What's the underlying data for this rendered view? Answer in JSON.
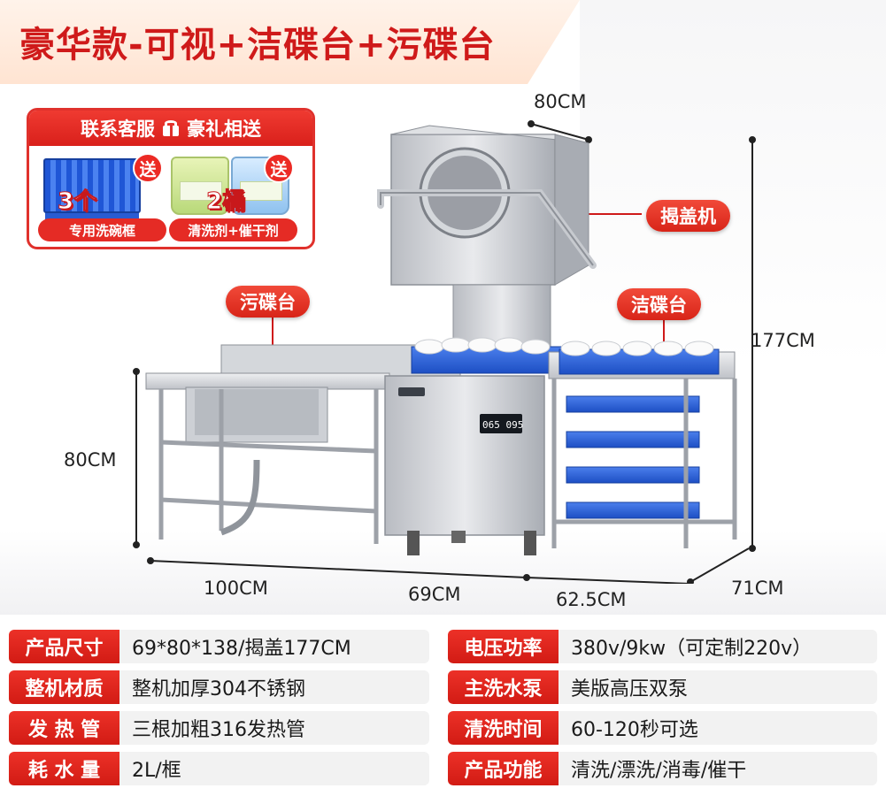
{
  "header": {
    "title": "豪华款-可视+洁碟台+污碟台"
  },
  "promo": {
    "heading_left": "联系客服",
    "heading_right": "豪礼相送",
    "gifts": [
      {
        "badge": "送",
        "count": "3个",
        "caption": "专用洗碗框",
        "icon": "dish-rack-icon"
      },
      {
        "badge": "送",
        "count": "2桶",
        "caption": "清洗剂+催干剂",
        "icon": "detergent-bucket-icon"
      }
    ]
  },
  "callouts": {
    "lid_machine": "揭盖机",
    "dirty_table": "污碟台",
    "clean_table": "洁碟台"
  },
  "dimensions": {
    "top_width": "80CM",
    "total_height": "177CM",
    "table_height": "80CM",
    "dirty_table_length": "100CM",
    "machine_width": "69CM",
    "clean_table_length": "62.5CM",
    "depth": "71CM"
  },
  "machine_display": "065 095",
  "specs": {
    "left": [
      {
        "label": "产品尺寸",
        "value": "69*80*138/揭盖177CM"
      },
      {
        "label": "整机材质",
        "value": "整机加厚304不锈钢"
      },
      {
        "label": "发 热 管",
        "value": "三根加粗316发热管"
      },
      {
        "label": "耗 水 量",
        "value": "2L/框"
      }
    ],
    "right": [
      {
        "label": "电压功率",
        "value": "380v/9kw（可定制220v）"
      },
      {
        "label": "主洗水泵",
        "value": "美版高压双泵"
      },
      {
        "label": "清洗时间",
        "value": "60-120秒可选"
      },
      {
        "label": "产品功能",
        "value": "清洗/漂洗/消毒/催干"
      }
    ]
  },
  "colors": {
    "accent_red": "#d9201b",
    "spec_bg": "#f2f2f2",
    "rack_blue": "#2f66e0",
    "steel": "#c9ccd1"
  }
}
